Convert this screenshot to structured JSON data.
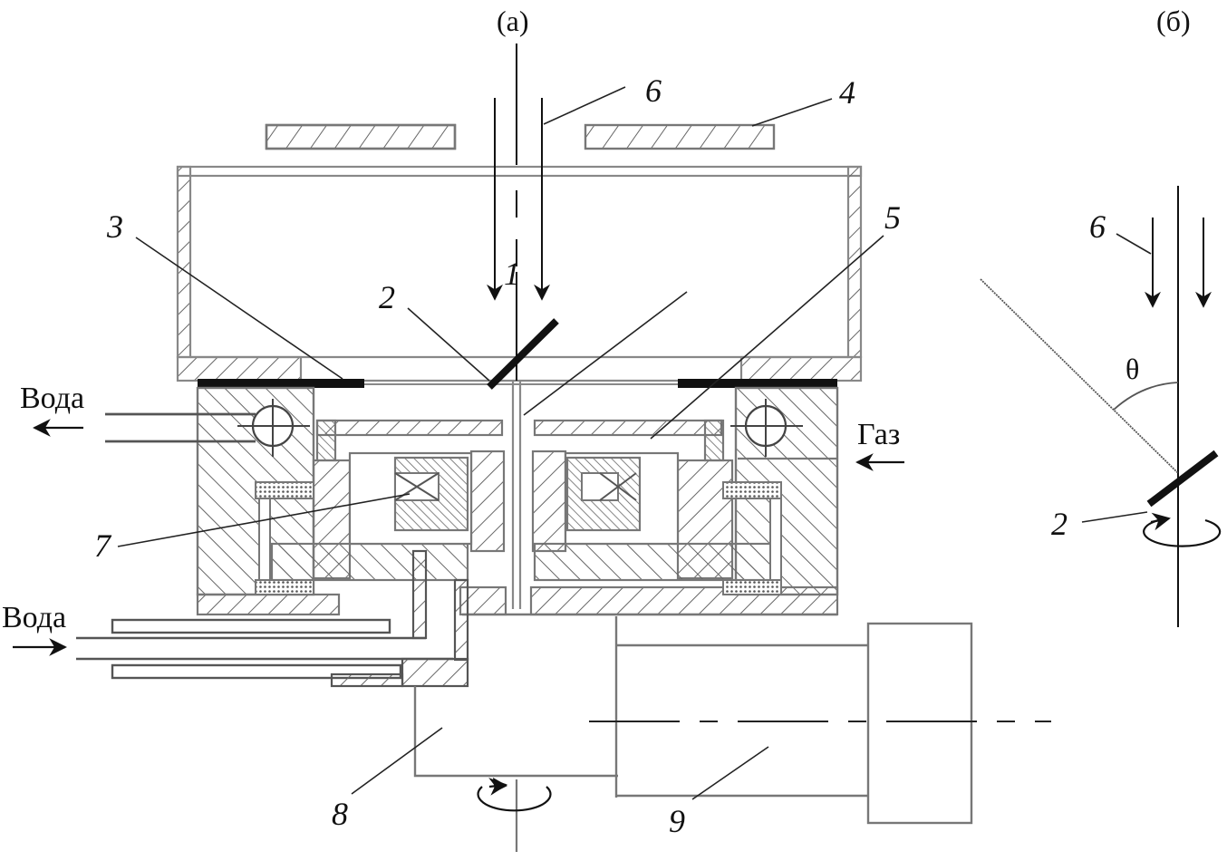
{
  "figure": {
    "panels": [
      {
        "id": "a",
        "label": "(а)"
      },
      {
        "id": "b",
        "label": "(б)"
      }
    ],
    "part_labels": {
      "p1": "1",
      "p2": "2",
      "p3": "3",
      "p4": "4",
      "p5": "5",
      "p6": "6",
      "p7": "7",
      "p8": "8",
      "p9": "9"
    },
    "panel_b_labels": {
      "p6": "6",
      "p2": "2",
      "angle": "θ"
    },
    "flow_labels": {
      "water_out": "Вода",
      "water_in": "Вода",
      "gas_in": "Газ"
    },
    "icons": {
      "flow_arrow": "arrow-icon",
      "rotation": "rotation-arrow-icon",
      "bearing": "bearing-cross-circle-icon"
    }
  }
}
